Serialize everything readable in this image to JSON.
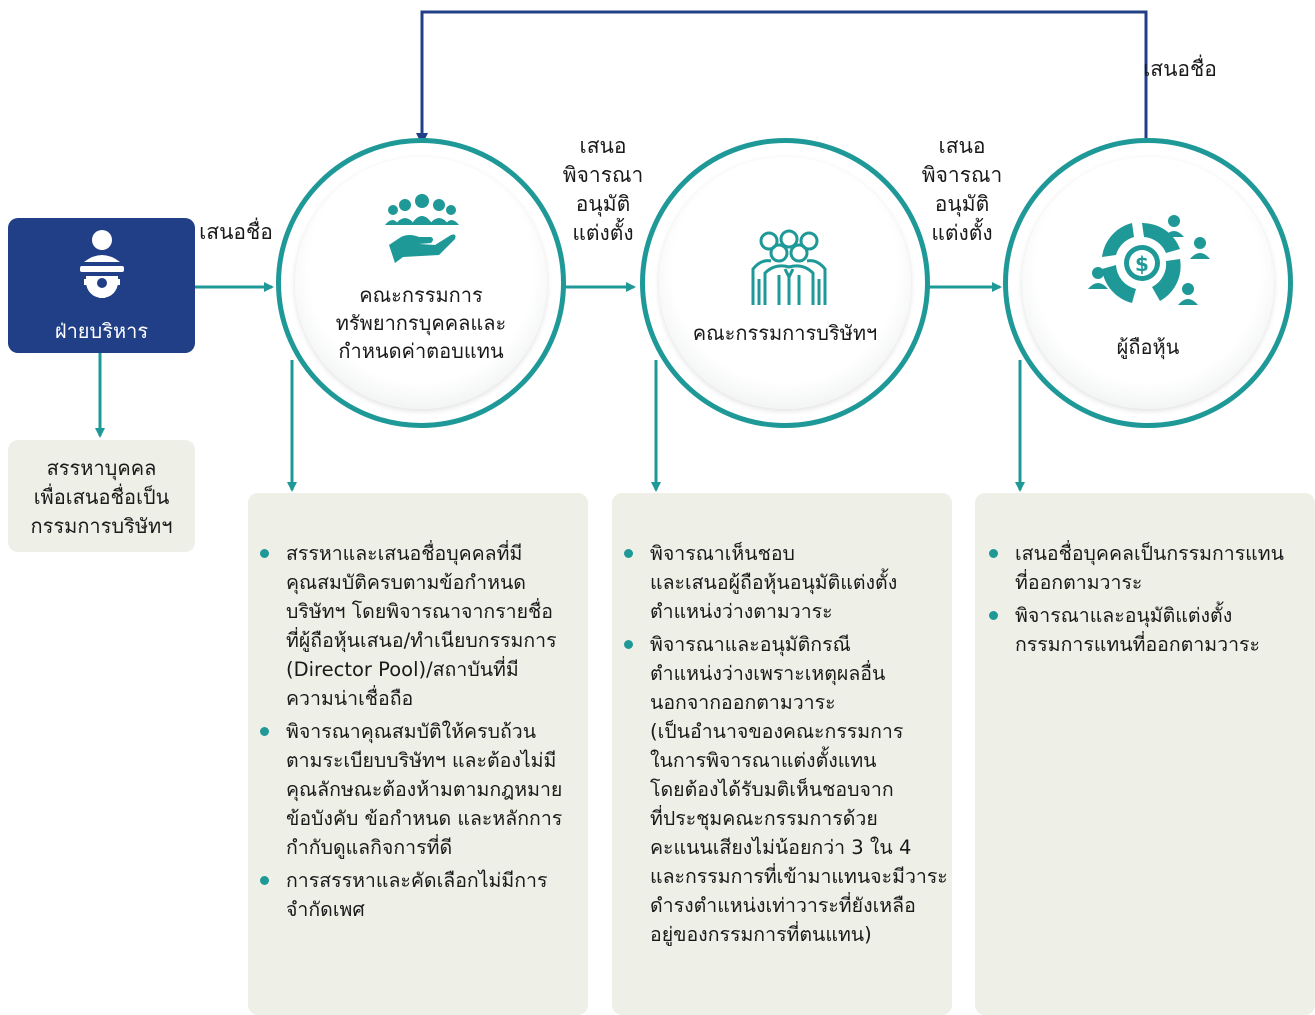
{
  "flow_labels": {
    "top_return": "เสนอชื่อ",
    "admin_to_c1": "เสนอชื่อ",
    "c1_to_c2": [
      "เสนอ",
      "พิจารณา",
      "อนุมัติ",
      "แต่งตั้ง"
    ],
    "c2_to_c3": [
      "เสนอ",
      "พิจารณา",
      "อนุมัติ",
      "แต่งตั้ง"
    ]
  },
  "admin": {
    "title": "ฝ่ายบริหาร",
    "icon": "manager-gear-icon"
  },
  "admin_sub": [
    "สรรหาบุคคล",
    "เพื่อเสนอชื่อเป็น",
    "กรรมการบริษัทฯ"
  ],
  "circles": {
    "nomination_committee": {
      "lines": [
        "คณะกรรมการ",
        "ทรัพยากรบุคคลและ",
        "กำหนดค่าตอบแทน"
      ],
      "icon": "people-hand-icon"
    },
    "board": {
      "lines": [
        "คณะกรรมการบริษัทฯ"
      ],
      "icon": "business-group-icon"
    },
    "shareholders": {
      "lines": [
        "ผู้ถือหุ้น"
      ],
      "icon": "shareholders-dollar-icon"
    }
  },
  "panels": {
    "nomination_committee": [
      [
        "สรรหาและเสนอชื่อบุคคลที่มี",
        "คุณสมบัติครบตามข้อกำหนด",
        "บริษัทฯ โดยพิจารณาจากรายชื่อ",
        "ที่ผู้ถือหุ้นเสนอ/ทำเนียบกรรมการ",
        "(Director Pool)/สถาบันที่มี",
        "ความน่าเชื่อถือ"
      ],
      [
        "พิจารณาคุณสมบัติให้ครบถ้วน",
        "ตามระเบียบบริษัทฯ และต้องไม่มี",
        "คุณลักษณะต้องห้ามตามกฎหมาย",
        "ข้อบังคับ ข้อกำหนด และหลักการ",
        "กำกับดูแลกิจการที่ดี"
      ],
      [
        "การสรรหาและคัดเลือกไม่มีการ",
        "จำกัดเพศ"
      ]
    ],
    "board": [
      [
        "พิจารณาเห็นชอบ",
        "และเสนอผู้ถือหุ้นอนุมัติแต่งตั้ง",
        "ตำแหน่งว่างตามวาระ"
      ],
      [
        "พิจารณาและอนุมัติกรณี",
        "ตำแหน่งว่างเพราะเหตุผลอื่น",
        "นอกจากออกตามวาระ",
        "(เป็นอำนาจของคณะกรรมการ",
        "ในการพิจารณาแต่งตั้งแทน",
        "โดยต้องได้รับมติเห็นชอบจาก",
        "ที่ประชุมคณะกรรมการด้วย",
        "คะแนนเสียงไม่น้อยกว่า 3 ใน 4",
        "และกรรมการที่เข้ามาแทนจะมีวาระ",
        "ดำรงตำแหน่งเท่าวาระที่ยังเหลือ",
        "อยู่ของกรรมการที่ตนแทน)"
      ]
    ],
    "shareholders": [
      [
        "เสนอชื่อบุคคลเป็นกรรมการแทน",
        "ที่ออกตามวาระ"
      ],
      [
        "พิจารณาและอนุมัติแต่งตั้ง",
        "กรรมการแทนที่ออกตามวาระ"
      ]
    ]
  },
  "colors": {
    "navy": "#213f86",
    "teal": "#1f9898",
    "panel": "#eef0e8"
  }
}
